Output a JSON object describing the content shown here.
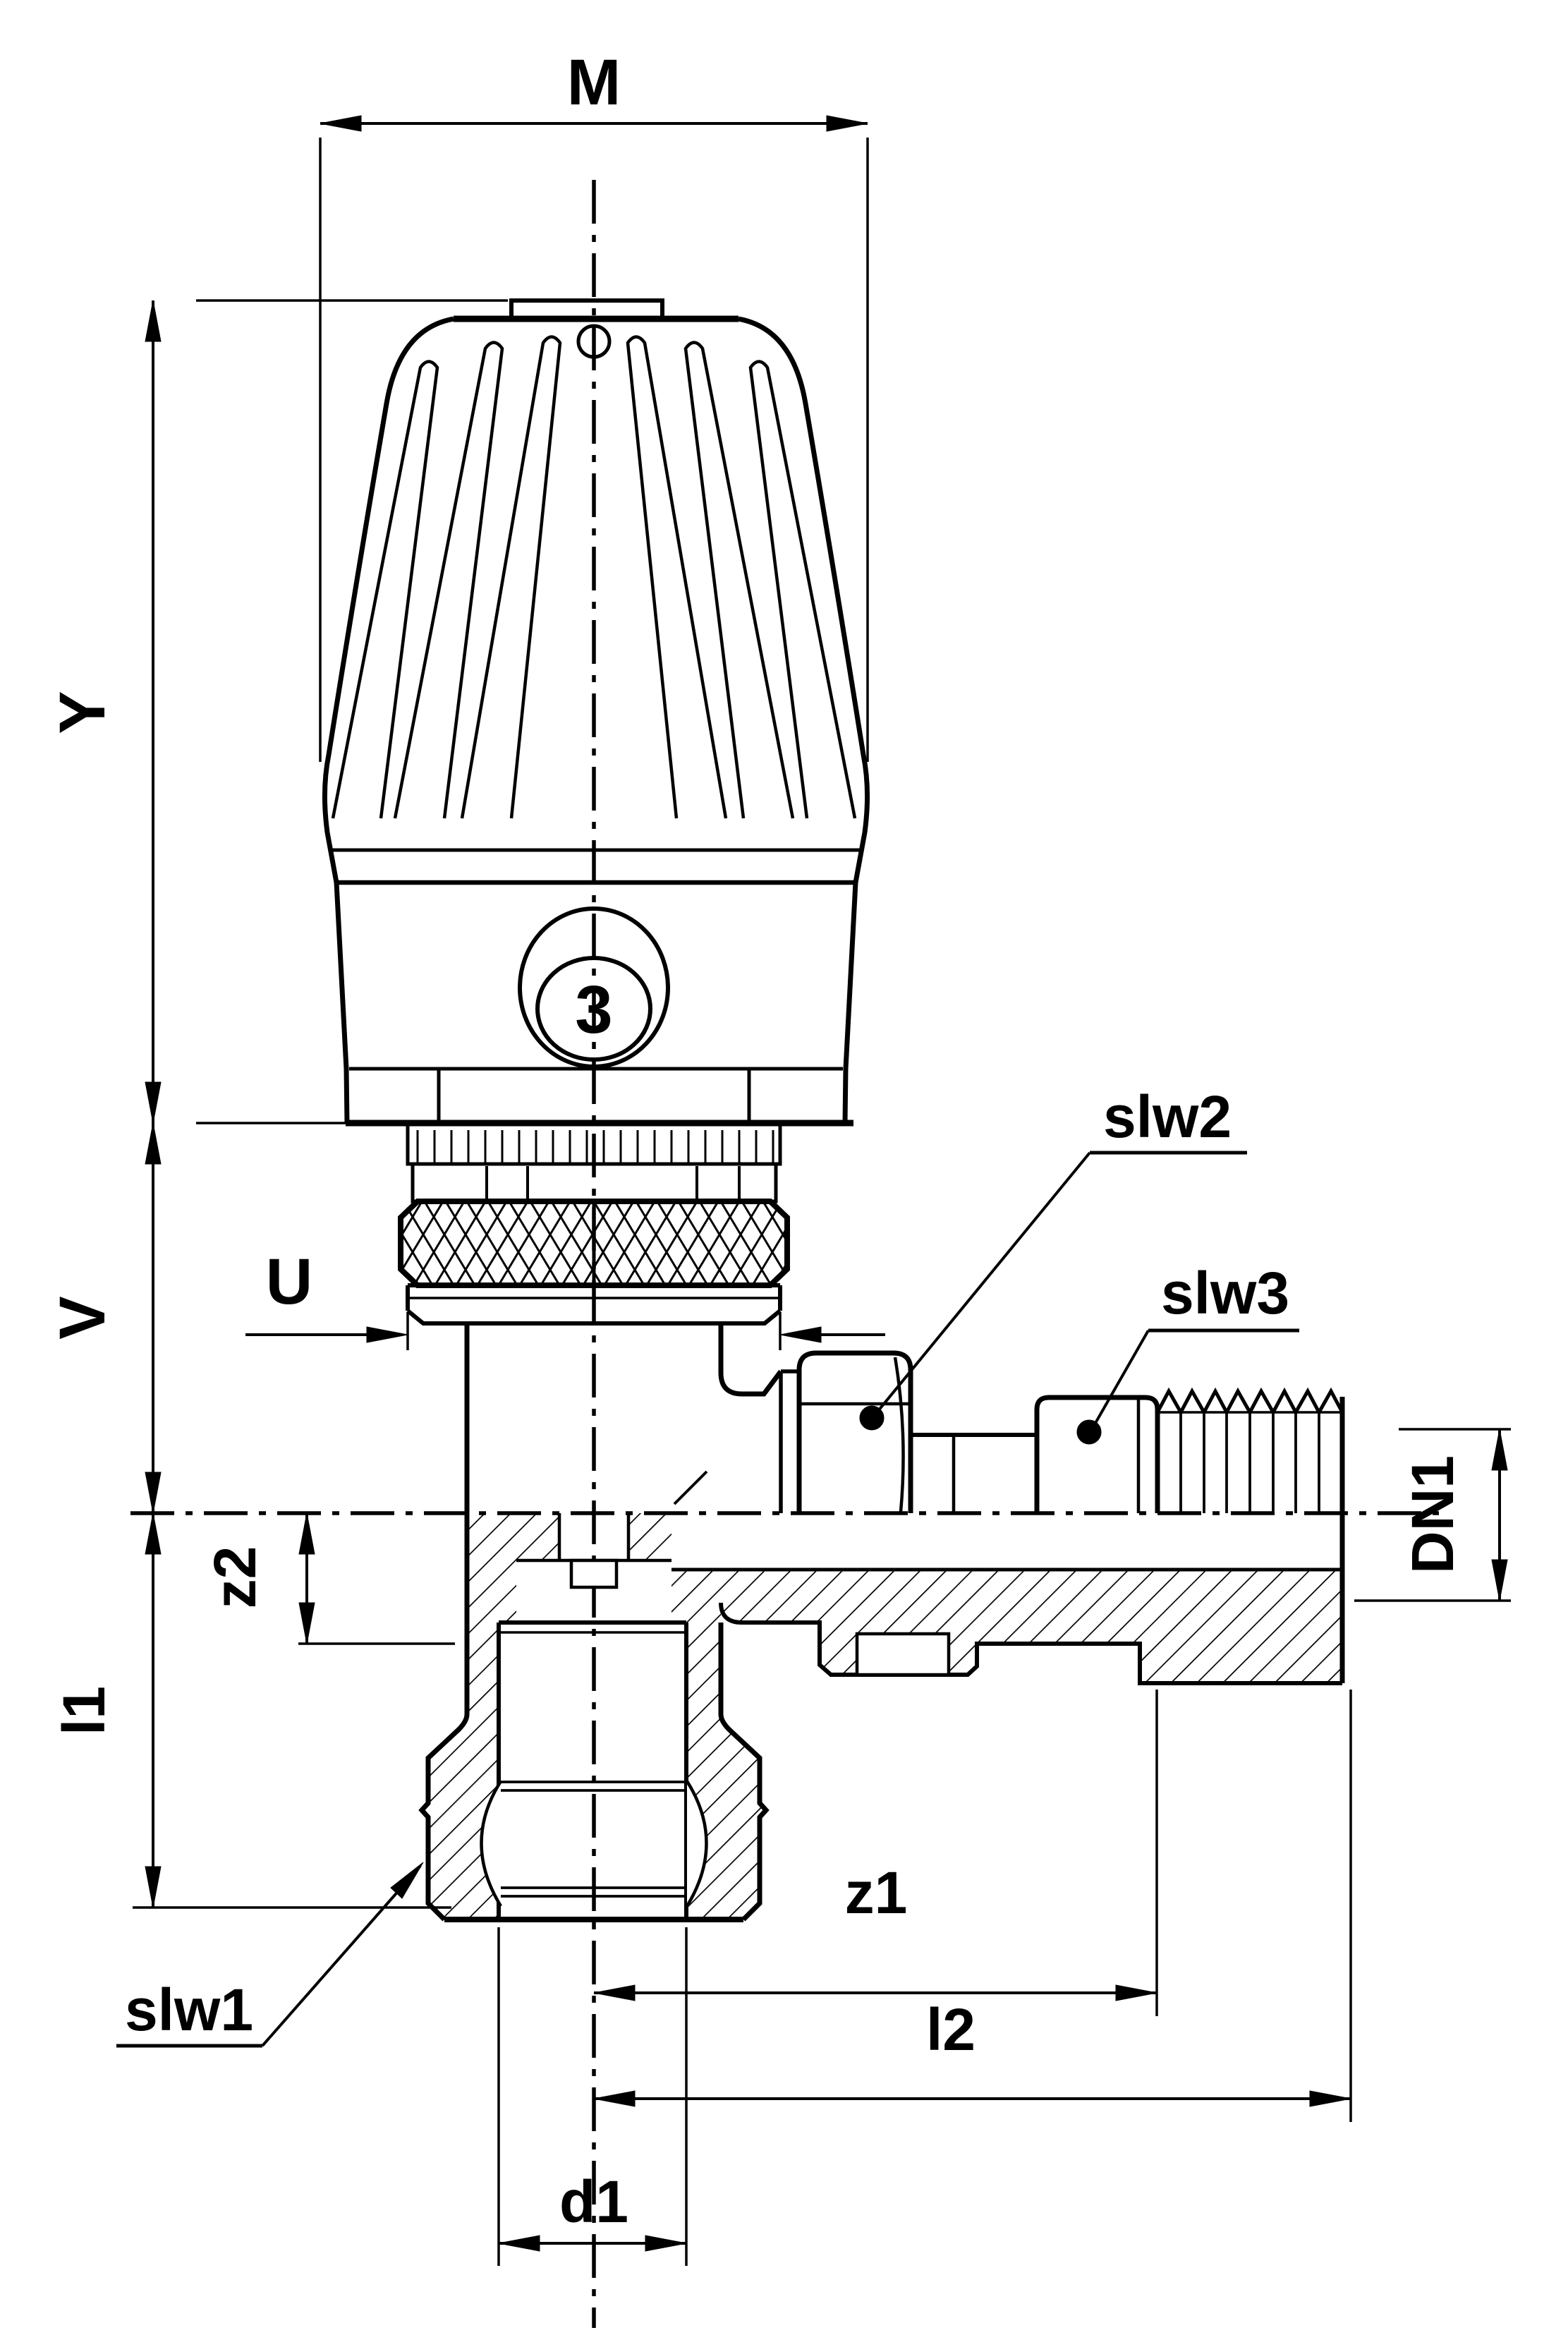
{
  "drawing": {
    "type": "technical-drawing",
    "subject": "thermostatic-radiator-angle-valve-cross-section",
    "background_color": "#ffffff",
    "line_color": "#000000",
    "dial_number": "3",
    "dial_number_color": "#4a4a4a",
    "dimensions": {
      "m": "M",
      "y": "Y",
      "v": "V",
      "u": "U",
      "z2": "z2",
      "l1": "l1",
      "z1": "z1",
      "l2": "l2",
      "d1": "d1",
      "dn1": "DN1"
    },
    "leader_labels": {
      "slw1": "slw1",
      "slw2": "slw2",
      "slw3": "slw3"
    }
  }
}
